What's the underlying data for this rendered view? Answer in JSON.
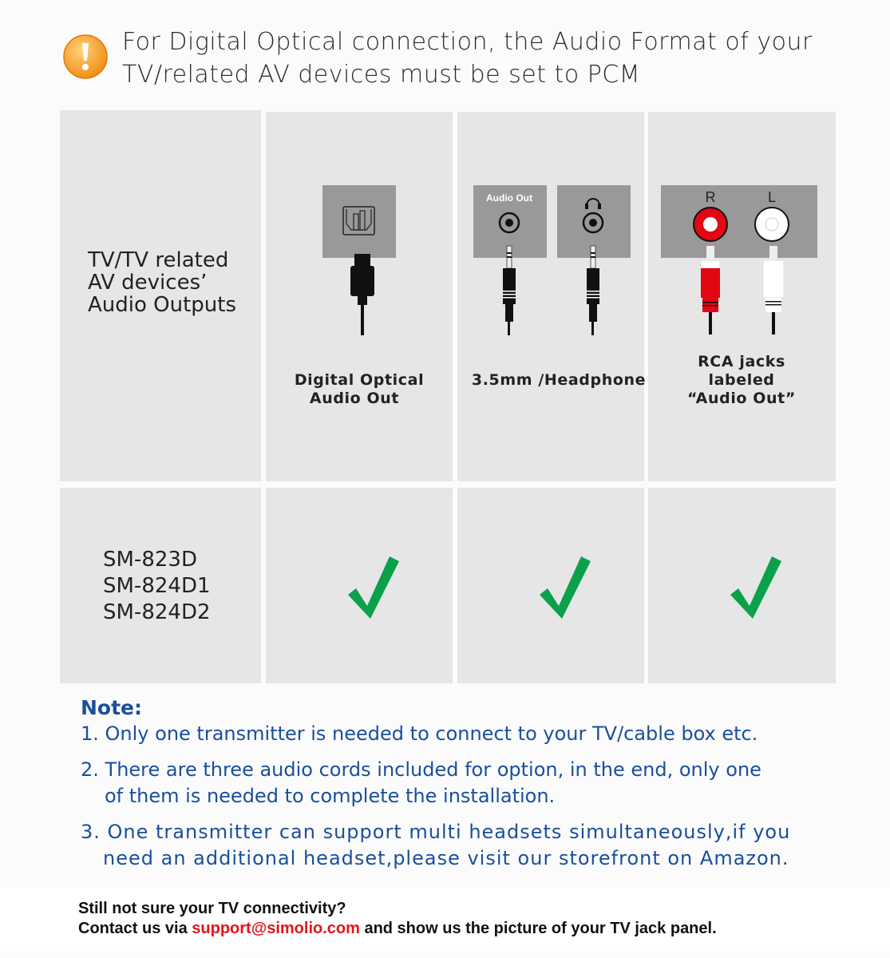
{
  "header": {
    "icon": "warning-exclamation-icon",
    "lines": [
      "For Digital Optical connection, the Audio Format of your",
      "TV/related AV devices must be set to PCM"
    ]
  },
  "table": {
    "row1_label": [
      "TV/TV related",
      "AV devices’",
      "Audio Outputs"
    ],
    "row2_label": [
      "SM-823D",
      "SM-824D1",
      "SM-824D2"
    ],
    "columns": [
      {
        "caption": [
          "Digital Optical",
          "Audio Out"
        ],
        "icon": "optical-port-icon",
        "supported": true
      },
      {
        "caption": [
          "3.5mm /Headphone"
        ],
        "icon": "headphone-jack-icon",
        "port_labels": [
          "Audio Out"
        ],
        "supported": true
      },
      {
        "caption": [
          "RCA jacks",
          "labeled",
          "“Audio Out”"
        ],
        "icon": "rca-jack-icon",
        "port_labels": [
          "R",
          "L"
        ],
        "supported": true
      }
    ],
    "colors": {
      "check": "#0aa14a",
      "rca_red": "#e30613",
      "panel": "#999999",
      "cell": "#e6e6e6"
    }
  },
  "notes": {
    "title": "Note:",
    "items": [
      [
        "1. Only one transmitter is needed to connect to your TV/cable box etc."
      ],
      [
        "2. There are three audio cords included for option, in the end, only one",
        "of them is needed to complete the installation."
      ],
      [
        "3. One transmitter can support multi headsets simultaneously,if you",
        "need an additional headset,please visit our storefront on Amazon."
      ]
    ]
  },
  "footer": {
    "line1": "Still not sure your TV connectivity?",
    "line2_prefix": "Contact us via ",
    "email": "support@simolio.com",
    "line2_suffix": " and show us the picture of your TV jack panel."
  }
}
